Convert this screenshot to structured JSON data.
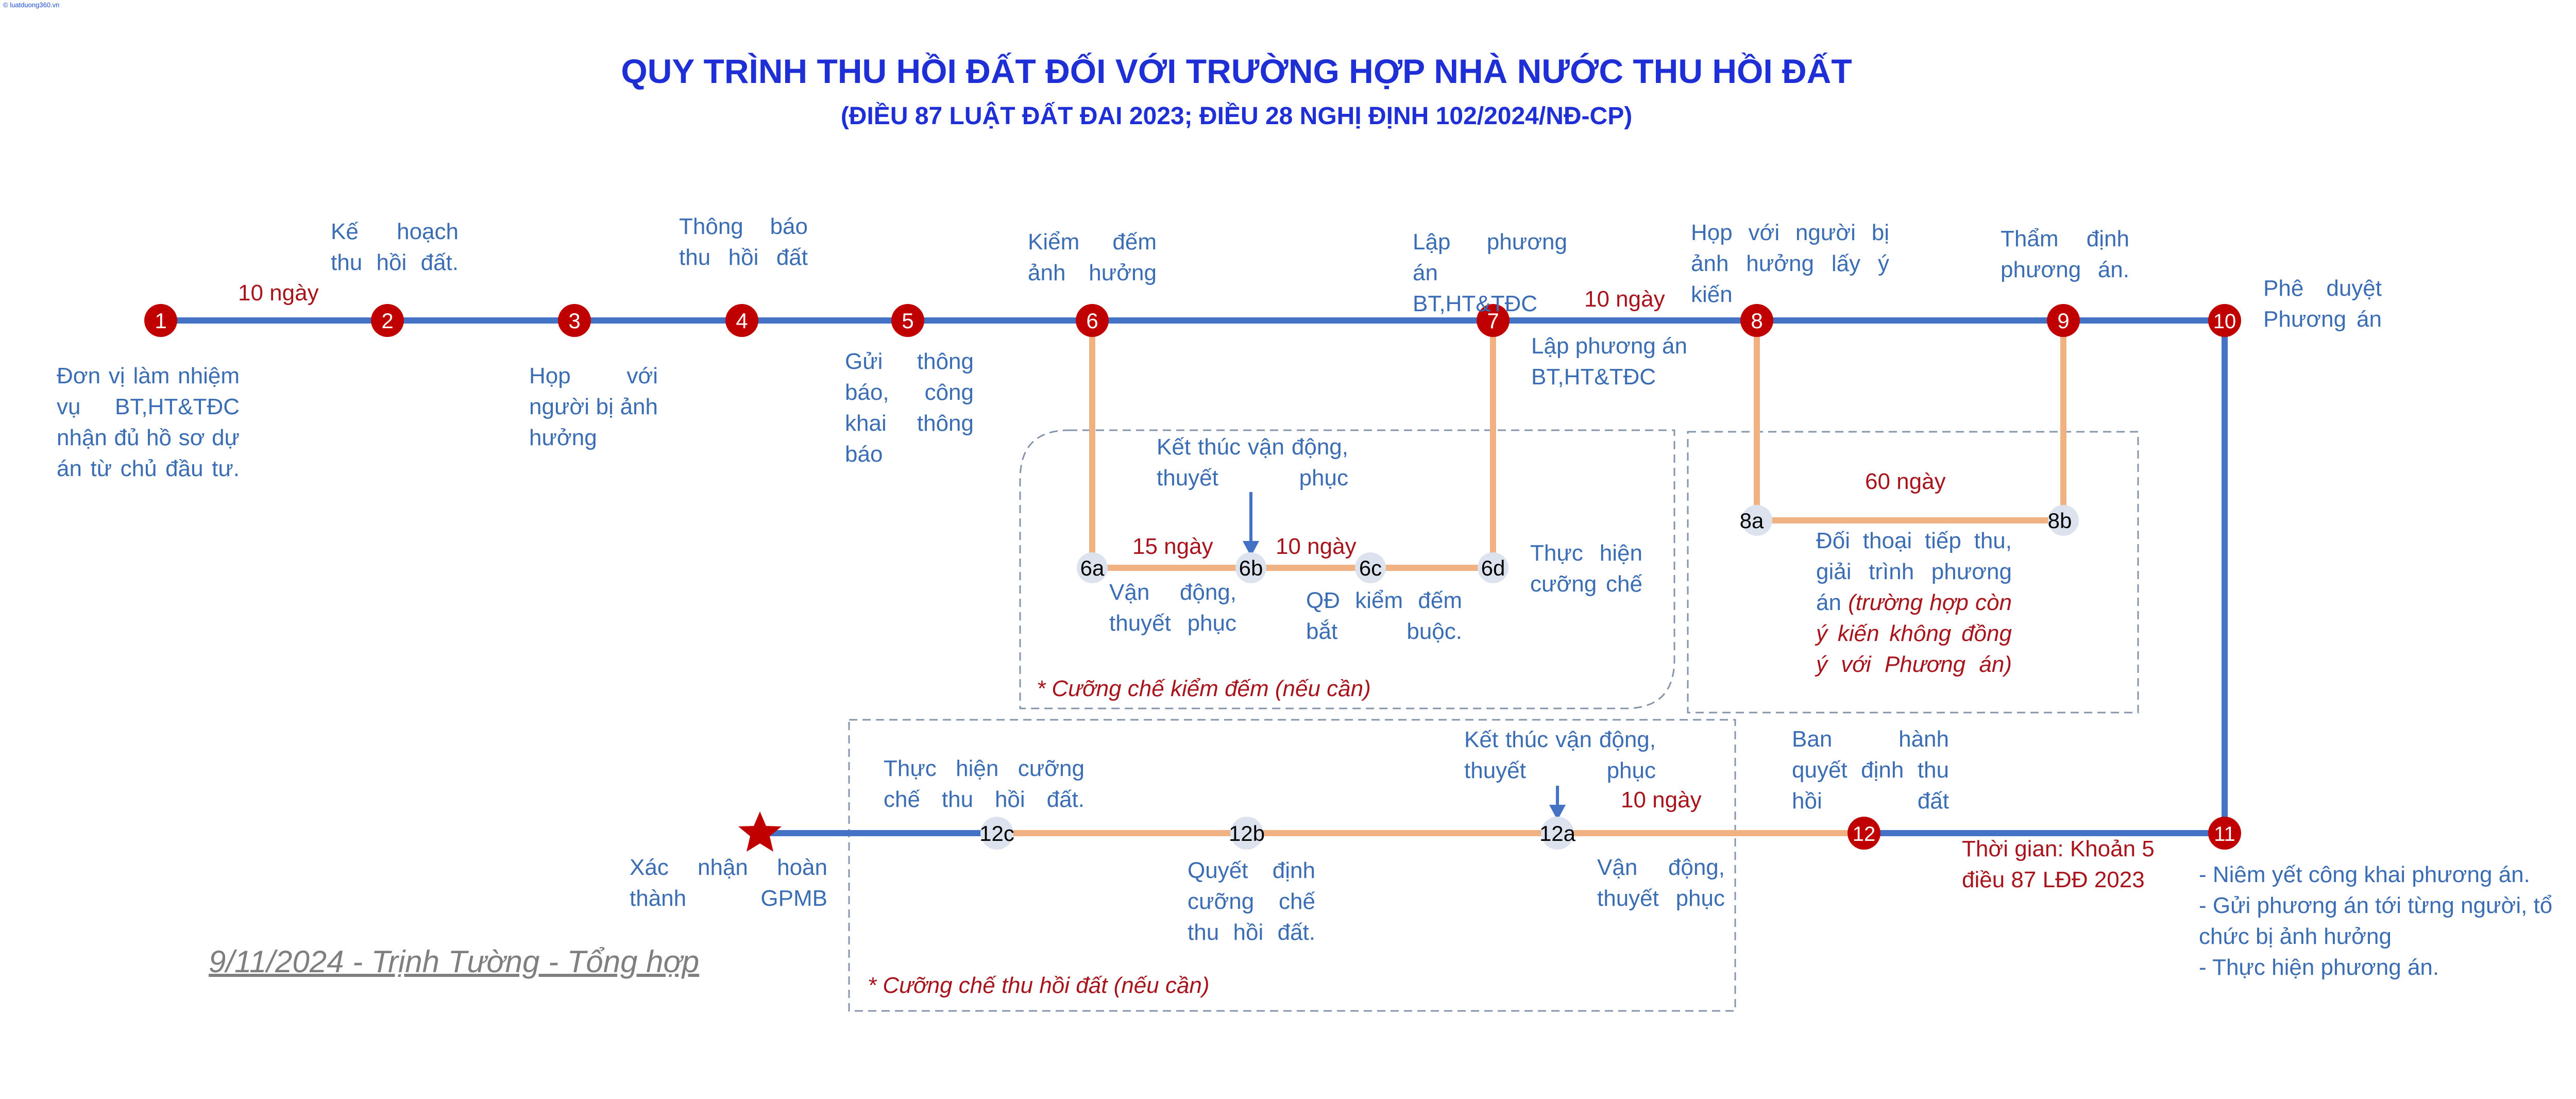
{
  "watermark": "© luatduong360.vn",
  "title": "QUY TRÌNH THU HỒI ĐẤT ĐỐI VỚI TRƯỜNG HỢP NHÀ NƯỚC THU HỒI ĐẤT",
  "subtitle": "(ĐIỀU 87 LUẬT ĐẤT ĐAI 2023; ĐIỀU 28 NGHỊ ĐỊNH 102/2024/NĐ-CP)",
  "colors": {
    "main_line": "#4472c4",
    "branch_line": "#f0b183",
    "node_red": "#c00000",
    "node_gray": "#dde3ee",
    "text_blue": "#3a6db4",
    "text_red": "#a8141c",
    "title_blue": "#1f2fd6"
  },
  "nodes": {
    "n1": "1",
    "n2": "2",
    "n3": "3",
    "n4": "4",
    "n5": "5",
    "n6": "6",
    "n7": "7",
    "n8": "8",
    "n9": "9",
    "n10": "10",
    "n11": "11",
    "n12": "12",
    "n6a": "6a",
    "n6b": "6b",
    "n6c": "6c",
    "n6d": "6d",
    "n8a": "8a",
    "n8b": "8b",
    "n12a": "12a",
    "n12b": "12b",
    "n12c": "12c"
  },
  "labels": {
    "step1": "Đơn vị làm nhiệm vụ BT,HT&TĐC nhận đủ hồ sơ dự án từ chủ đầu tư.",
    "step2": "Kế hoạch thu hồi đất.",
    "step3": "Họp với người bị ảnh hưởng",
    "step4": "Thông báo thu hồi đất",
    "step5": "Gửi thông báo, công khai thông báo",
    "step6": "Kiểm đếm ảnh hưởng",
    "step7_top": "Lập phương án BT,HT&TĐC",
    "step7_bottom": "Lập phương án BT,HT&TĐC",
    "step8": "Họp với người bị ảnh hưởng lấy ý kiến",
    "step9": "Thẩm định phương án.",
    "step10": "Phê duyệt Phương án",
    "step11_lines": [
      "- Niêm yết công khai phương án.",
      "- Gửi phương án tới từng người, tổ chức bị ảnh hưởng",
      "- Thực hiện phương án."
    ],
    "step12": "Ban hành quyết định thu hồi đất",
    "step6a": "Vận động, thuyết phục",
    "step6b": "Kết thúc vận động, thuyết phục",
    "step6c": "QĐ kiểm đếm bắt buộc.",
    "step6d": "Thực hiện cưỡng chế",
    "step8ab_plain": "Đối thoại tiếp thu, giải trình phương án ",
    "step8ab_italic": "(trường hợp còn ý kiến không đồng ý với Phương án)",
    "step12a_top": "Kết thúc vận động, thuyết phục",
    "step12a_bottom": "Vận động, thuyết phục",
    "step12b": "Quyết định cưỡng chế thu hồi đất.",
    "step12c": "Thực hiện cưỡng chế thu hồi đất.",
    "done": "Xác nhận hoàn thành GPMB",
    "time_note": "Thời gian: Khoản 5 điều 87 LĐĐ 2023"
  },
  "durations": {
    "d1_2": "10 ngày",
    "d7_8": "10 ngày",
    "d6a_6b": "15 ngày",
    "d6b_6c": "10 ngày",
    "d8a_8b": "60 ngày",
    "d12a_12": "10 ngày"
  },
  "notes": {
    "group6": "* Cưỡng chế kiểm đếm (nếu cần)",
    "group12": "* Cưỡng chế thu hồi đất (nếu cần)"
  },
  "footer": "9/11/2024 - Trịnh Tường - Tổng hợp"
}
